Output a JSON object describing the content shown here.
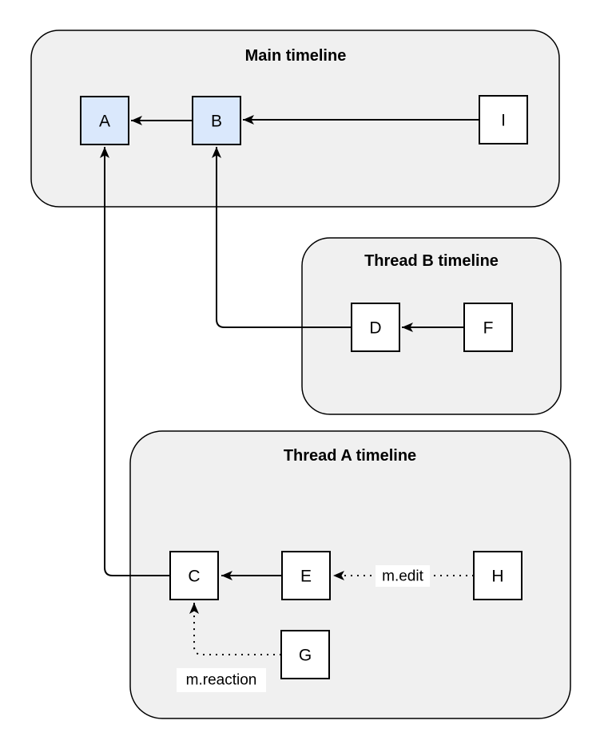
{
  "diagram": {
    "containers": [
      {
        "title": "Main timeline"
      },
      {
        "title": "Thread B timeline"
      },
      {
        "title": "Thread A timeline"
      }
    ],
    "nodes": [
      {
        "id": "A",
        "label": "A",
        "fill": "#dae8fc",
        "container": "Main timeline"
      },
      {
        "id": "B",
        "label": "B",
        "fill": "#dae8fc",
        "container": "Main timeline"
      },
      {
        "id": "I",
        "label": "I",
        "fill": "#ffffff",
        "container": "Main timeline"
      },
      {
        "id": "D",
        "label": "D",
        "fill": "#ffffff",
        "container": "Thread B timeline"
      },
      {
        "id": "F",
        "label": "F",
        "fill": "#ffffff",
        "container": "Thread B timeline"
      },
      {
        "id": "C",
        "label": "C",
        "fill": "#ffffff",
        "container": "Thread A timeline"
      },
      {
        "id": "E",
        "label": "E",
        "fill": "#ffffff",
        "container": "Thread A timeline"
      },
      {
        "id": "H",
        "label": "H",
        "fill": "#ffffff",
        "container": "Thread A timeline"
      },
      {
        "id": "G",
        "label": "G",
        "fill": "#ffffff",
        "container": "Thread A timeline"
      }
    ],
    "edges": [
      {
        "from": "B",
        "to": "A",
        "style": "solid",
        "label": ""
      },
      {
        "from": "I",
        "to": "B",
        "style": "solid",
        "label": ""
      },
      {
        "from": "F",
        "to": "D",
        "style": "solid",
        "label": ""
      },
      {
        "from": "D",
        "to": "B",
        "style": "solid",
        "label": ""
      },
      {
        "from": "E",
        "to": "C",
        "style": "solid",
        "label": ""
      },
      {
        "from": "C",
        "to": "A",
        "style": "solid",
        "label": ""
      },
      {
        "from": "H",
        "to": "E",
        "style": "dotted",
        "label": "m.edit"
      },
      {
        "from": "G",
        "to": "C",
        "style": "dotted",
        "label": "m.reaction"
      }
    ],
    "colors": {
      "container_fill": "#f0f0f0",
      "container_stroke": "#000000",
      "node_fill_highlight": "#dae8fc",
      "node_fill_default": "#ffffff",
      "node_stroke": "#000000",
      "edge_stroke": "#000000",
      "label_bg": "#ffffff",
      "canvas_bg": "#ffffff"
    }
  }
}
